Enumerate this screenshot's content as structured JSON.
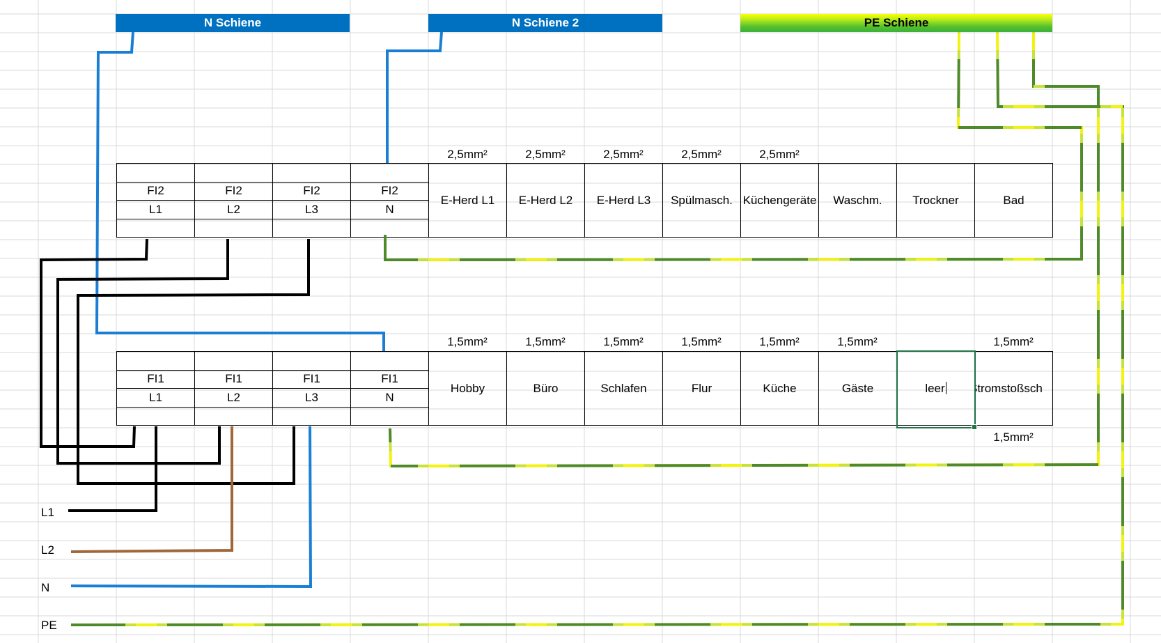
{
  "busbars": {
    "n1": "N Schiene",
    "n2": "N Schiene 2",
    "pe": "PE Schiene"
  },
  "top_row": {
    "breakers": [
      {
        "fi": "FI2",
        "phase": "L1"
      },
      {
        "fi": "FI2",
        "phase": "L2"
      },
      {
        "fi": "FI2",
        "phase": "L3"
      },
      {
        "fi": "FI2",
        "phase": "N"
      }
    ],
    "circuits": [
      "E-Herd L1",
      "E-Herd L2",
      "E-Herd L3",
      "Spülmasch.",
      "Küchengeräte",
      "Waschm.",
      "Trockner",
      "Bad"
    ],
    "cross_sections": [
      "2,5mm²",
      "2,5mm²",
      "2,5mm²",
      "2,5mm²",
      "2,5mm²"
    ]
  },
  "bottom_row": {
    "breakers": [
      {
        "fi": "FI1",
        "phase": "L1"
      },
      {
        "fi": "FI1",
        "phase": "L2"
      },
      {
        "fi": "FI1",
        "phase": "L3"
      },
      {
        "fi": "FI1",
        "phase": "N"
      }
    ],
    "circuits": [
      "Hobby",
      "Büro",
      "Schlafen",
      "Flur",
      "Küche",
      "Gäste",
      "leer",
      "Stromstoßsch"
    ],
    "cross_sections": [
      "1,5mm²",
      "1,5mm²",
      "1,5mm²",
      "1,5mm²",
      "1,5mm²",
      "1,5mm²",
      "",
      "1,5mm²"
    ],
    "extra_cross_section": "1,5mm²"
  },
  "supply_lines": [
    "L1",
    "L2",
    "N",
    "PE"
  ],
  "colors": {
    "neutral": "#1a7fd4",
    "phase": "#000000",
    "phase_l2": "#a0673a",
    "pe_green": "#4e8a2a",
    "pe_yellow": "#f3f312",
    "busbar_blue": "#0070c0",
    "selection": "#217346"
  }
}
